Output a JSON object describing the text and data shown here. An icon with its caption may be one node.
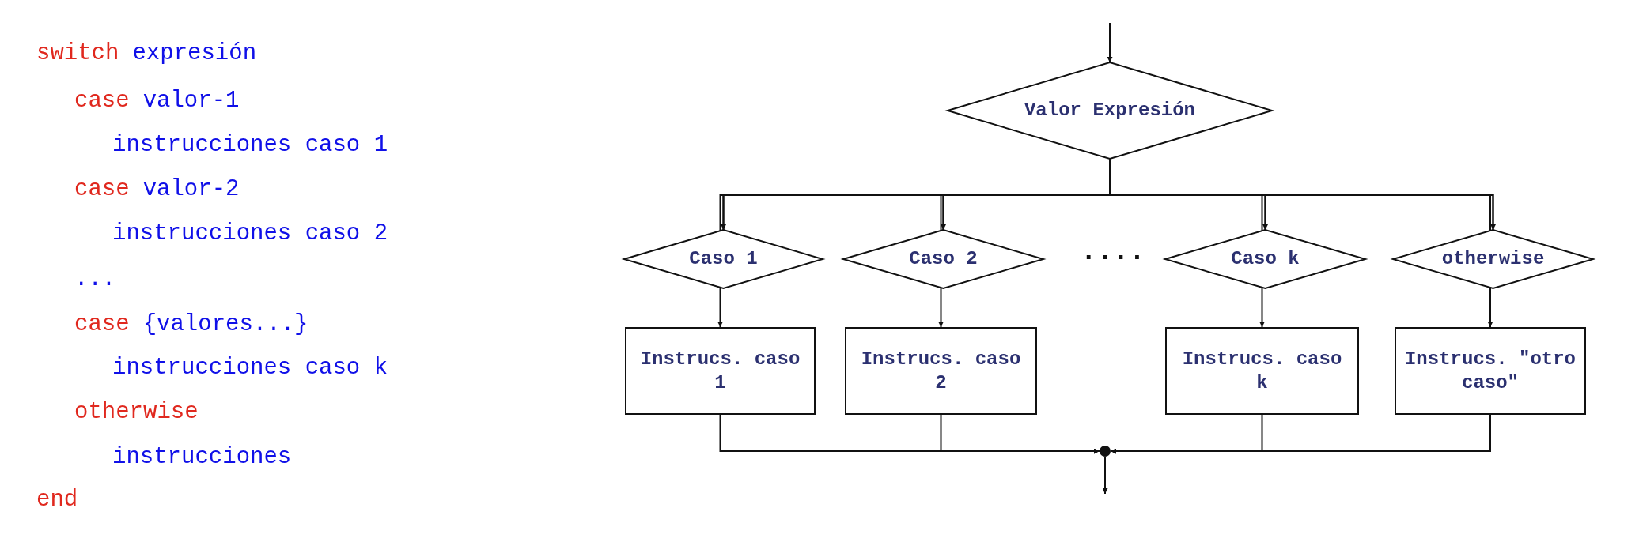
{
  "diagram": {
    "nodes": [
      {
        "text": [
          "Valor Expresión"
        ]
      },
      {
        "text": [
          "Caso 1"
        ]
      },
      {
        "text": [
          "Caso 2"
        ]
      },
      {
        "text": [
          "Caso k"
        ]
      },
      {
        "text": [
          "otherwise"
        ]
      },
      {
        "text": [
          "Instrucs. caso 1"
        ]
      },
      {
        "text": [
          "Instrucs. caso 2"
        ]
      },
      {
        "text": [
          "Instrucs. caso k"
        ]
      },
      {
        "text": [
          "Instrucs. \"otro caso\""
        ]
      },
      {
        "text": [],
        "shape": "circle"
      }
    ],
    "edges": [
      {
        "from": null,
        "to": 0,
        "arrow": "to"
      },
      {
        "from": 0,
        "to": 1,
        "arrow": "to"
      },
      {
        "from": 0,
        "to": 2,
        "arrow": "to"
      },
      {
        "from": 0,
        "to": 3,
        "arrow": "to"
      },
      {
        "from": 0,
        "to": 4,
        "arrow": "to"
      },
      {
        "from": 1,
        "to": 5,
        "arrow": "to"
      },
      {
        "from": 2,
        "to": 6,
        "arrow": "to"
      },
      {
        "from": 3,
        "to": 7,
        "arrow": "to"
      },
      {
        "from": 4,
        "to": 8,
        "arrow": "to"
      },
      {
        "from": 5,
        "to": 9,
        "arrow": "to"
      },
      {
        "from": 6,
        "to": 9,
        "arrow": "to"
      },
      {
        "from": 7,
        "to": 9,
        "arrow": "to"
      },
      {
        "from": 8,
        "to": 9,
        "arrow": "to"
      },
      {
        "from": 9,
        "to": null,
        "arrow": "to"
      }
    ],
    "labels": [
      "switch",
      "expresión",
      "case",
      "valor-1",
      "instrucciones caso 1",
      "case",
      "valor-2",
      "instrucciones caso 2",
      "...",
      "case",
      "{valores...}",
      "instrucciones caso k",
      "otherwise",
      "instrucciones",
      "end",
      "...."
    ]
  }
}
